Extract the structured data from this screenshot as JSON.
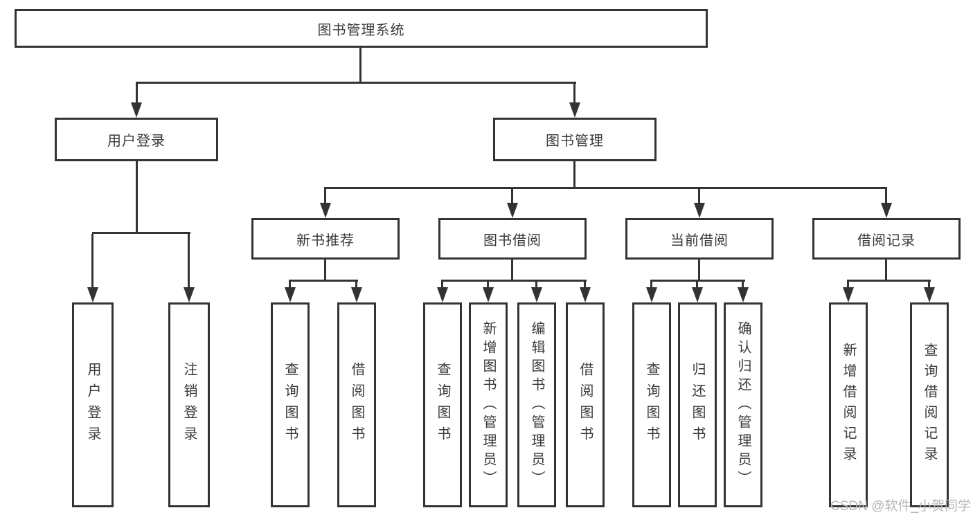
{
  "diagram": {
    "root": {
      "label": "图书管理系统"
    },
    "level2": {
      "user_login": {
        "label": "用户登录"
      },
      "book_management": {
        "label": "图书管理"
      }
    },
    "level3": {
      "new_book_recommend": {
        "label": "新书推荐"
      },
      "book_borrow": {
        "label": "图书借阅"
      },
      "current_borrow": {
        "label": "当前借阅"
      },
      "borrow_records": {
        "label": "借阅记录"
      }
    },
    "leaves": {
      "user_login": {
        "label": "用户登录"
      },
      "logout": {
        "label": "注销登录"
      },
      "nb_query": {
        "label": "查询图书"
      },
      "nb_borrow": {
        "label": "借阅图书"
      },
      "bb_query": {
        "label": "查询图书"
      },
      "bb_add": {
        "label": "新增图书（管理员）"
      },
      "bb_edit": {
        "label": "编辑图书（管理员）"
      },
      "bb_borrow": {
        "label": "借阅图书"
      },
      "cb_query": {
        "label": "查询图书"
      },
      "cb_return": {
        "label": "归还图书"
      },
      "cb_confirm": {
        "label": "确认归还（管理员）"
      },
      "br_add": {
        "label": "新增借阅记录"
      },
      "br_query": {
        "label": "查询借阅记录"
      }
    }
  },
  "watermark": "CSDN @软件_小贺同学",
  "colors": {
    "line": "#333333",
    "text": "#3a3a3a",
    "watermark": "#b5b5bb",
    "background": "#ffffff"
  }
}
